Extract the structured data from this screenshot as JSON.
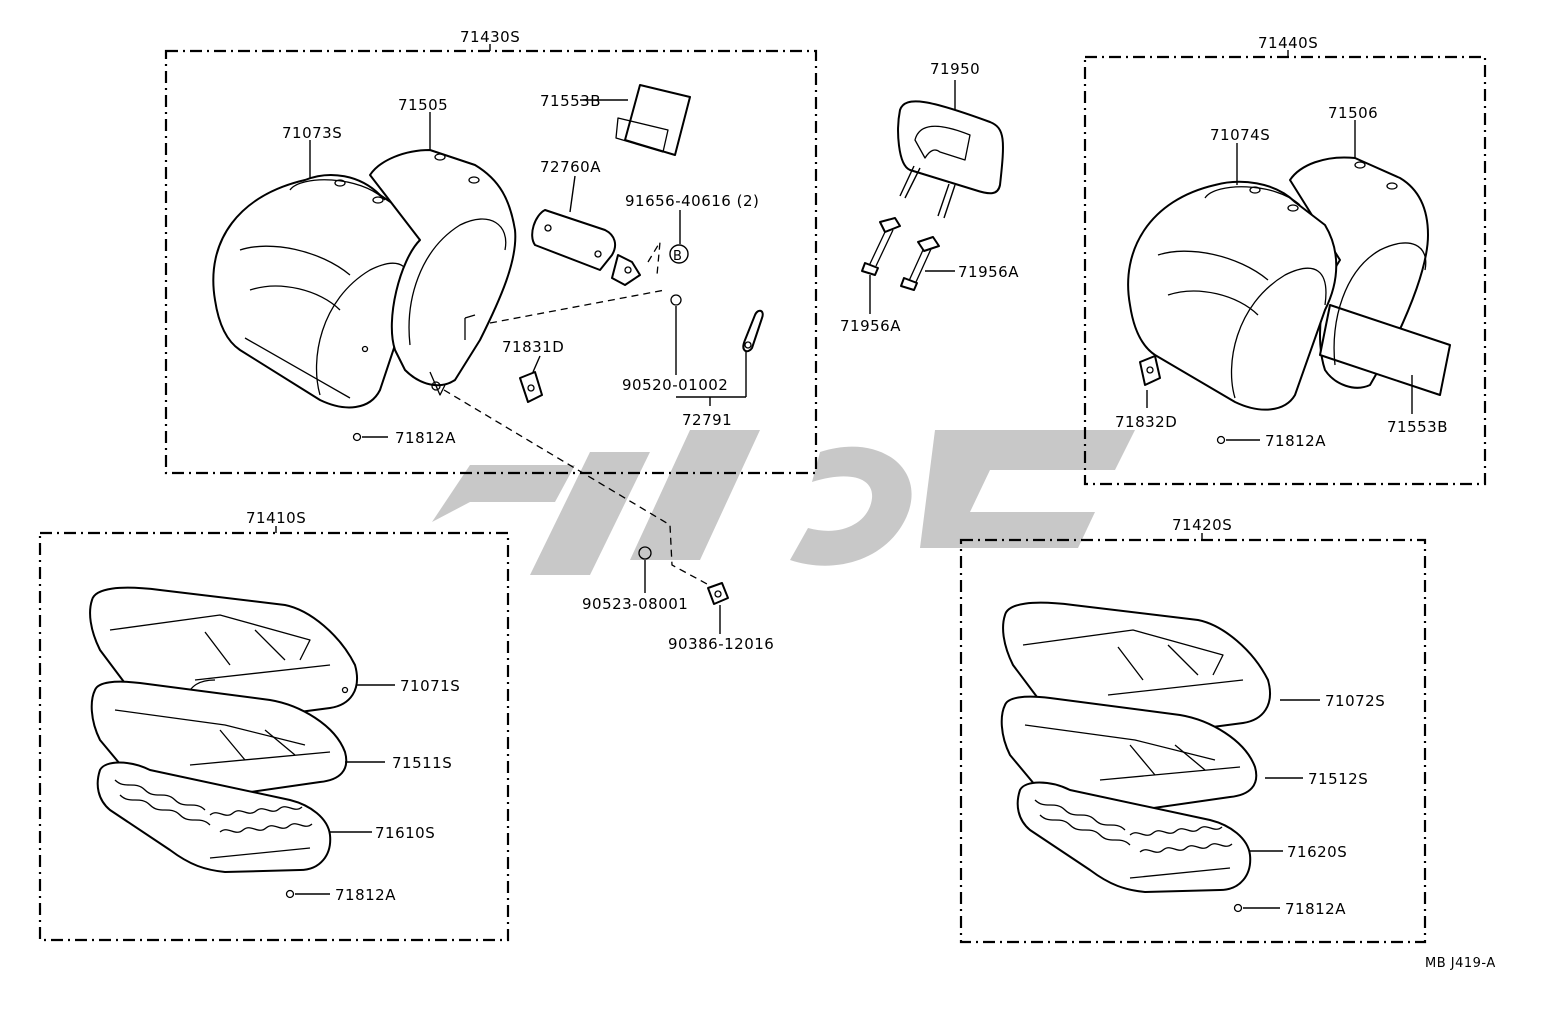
{
  "groups": {
    "front_seatback_left": "71430S",
    "front_seatback_right": "71440S",
    "seat_cushion_left": "71410S",
    "seat_cushion_right": "71420S"
  },
  "labels": {
    "headrest": "71950",
    "l_71553b": "71553B",
    "l_71505": "71505",
    "l_71073s": "71073S",
    "l_72760a": "72760A",
    "l_91656": "91656-40616 (2)",
    "l_b": "B",
    "l_71831d": "71831D",
    "l_90520": "90520-01002",
    "l_72791": "72791",
    "l_71812a_1": "71812A",
    "l_71956a_1": "71956A",
    "l_71956a_2": "71956A",
    "l_71074s": "71074S",
    "l_71506": "71506",
    "l_71832d": "71832D",
    "l_71553b_2": "71553B",
    "l_71812a_2": "71812A",
    "l_90523": "90523-08001",
    "l_90386": "90386-12016",
    "l_71071s": "71071S",
    "l_71511s": "71511S",
    "l_71610s": "71610S",
    "l_71812a_3": "71812A",
    "l_71072s": "71072S",
    "l_71512s": "71512S",
    "l_71620s": "71620S",
    "l_71812a_4": "71812A",
    "diagram_code": "MB J419-A"
  },
  "icons": [
    "seatback-icon",
    "headrest-icon",
    "seat-cushion-icon",
    "clip-icon",
    "watermark-logo"
  ]
}
